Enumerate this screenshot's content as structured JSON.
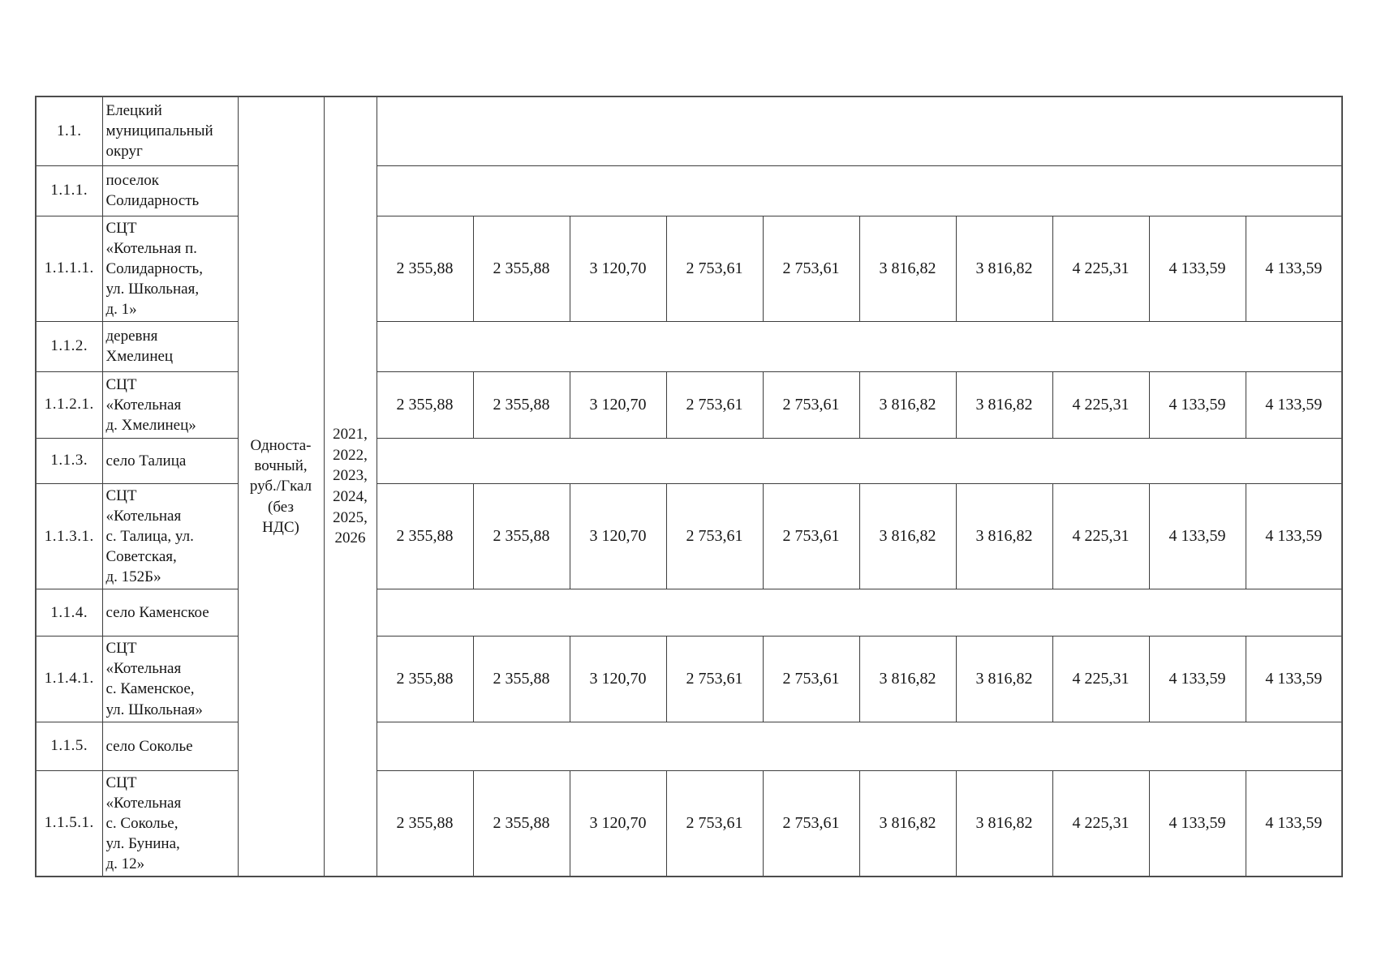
{
  "table": {
    "tariff_type": "Односта-\nвочный,\nруб./Гкал\n(без\nНДС)",
    "years": "2021,\n2022,\n2023,\n2024,\n2025,\n2026",
    "text_color": "#161616",
    "border_color": "#3e3e3e",
    "rows": [
      {
        "num": "1.1.",
        "name": "Елецкий\nмуниципальный\nокруг"
      },
      {
        "num": "1.1.1.",
        "name": "поселок\nСолидарность"
      },
      {
        "num": "1.1.1.1.",
        "name": "СЦТ\n«Котельная п.\nСолидарность,\nул. Школьная,\nд. 1»",
        "values": [
          "2 355,88",
          "2 355,88",
          "3 120,70",
          "2 753,61",
          "2 753,61",
          "3 816,82",
          "3 816,82",
          "4 225,31",
          "4 133,59",
          "4 133,59"
        ]
      },
      {
        "num": "1.1.2.",
        "name": "деревня\nХмелинец"
      },
      {
        "num": "1.1.2.1.",
        "name": "СЦТ\n«Котельная\nд. Хмелинец»",
        "values": [
          "2 355,88",
          "2 355,88",
          "3 120,70",
          "2 753,61",
          "2 753,61",
          "3 816,82",
          "3 816,82",
          "4 225,31",
          "4 133,59",
          "4 133,59"
        ]
      },
      {
        "num": "1.1.3.",
        "name": "село Талица"
      },
      {
        "num": "1.1.3.1.",
        "name": "СЦТ\n«Котельная\nс. Талица, ул.\nСоветская,\nд. 152Б»",
        "values": [
          "2 355,88",
          "2 355,88",
          "3 120,70",
          "2 753,61",
          "2 753,61",
          "3 816,82",
          "3 816,82",
          "4 225,31",
          "4 133,59",
          "4 133,59"
        ]
      },
      {
        "num": "1.1.4.",
        "name": "село Каменское"
      },
      {
        "num": "1.1.4.1.",
        "name": "СЦТ\n«Котельная\nс. Каменское,\nул. Школьная»",
        "values": [
          "2 355,88",
          "2 355,88",
          "3 120,70",
          "2 753,61",
          "2 753,61",
          "3 816,82",
          "3 816,82",
          "4 225,31",
          "4 133,59",
          "4 133,59"
        ]
      },
      {
        "num": "1.1.5.",
        "name": "село Соколье"
      },
      {
        "num": "1.1.5.1.",
        "name": "СЦТ\n«Котельная\nс. Соколье,\nул. Бунина,\nд. 12»",
        "values": [
          "2 355,88",
          "2 355,88",
          "3 120,70",
          "2 753,61",
          "2 753,61",
          "3 816,82",
          "3 816,82",
          "4 225,31",
          "4 133,59",
          "4 133,59"
        ]
      }
    ]
  }
}
